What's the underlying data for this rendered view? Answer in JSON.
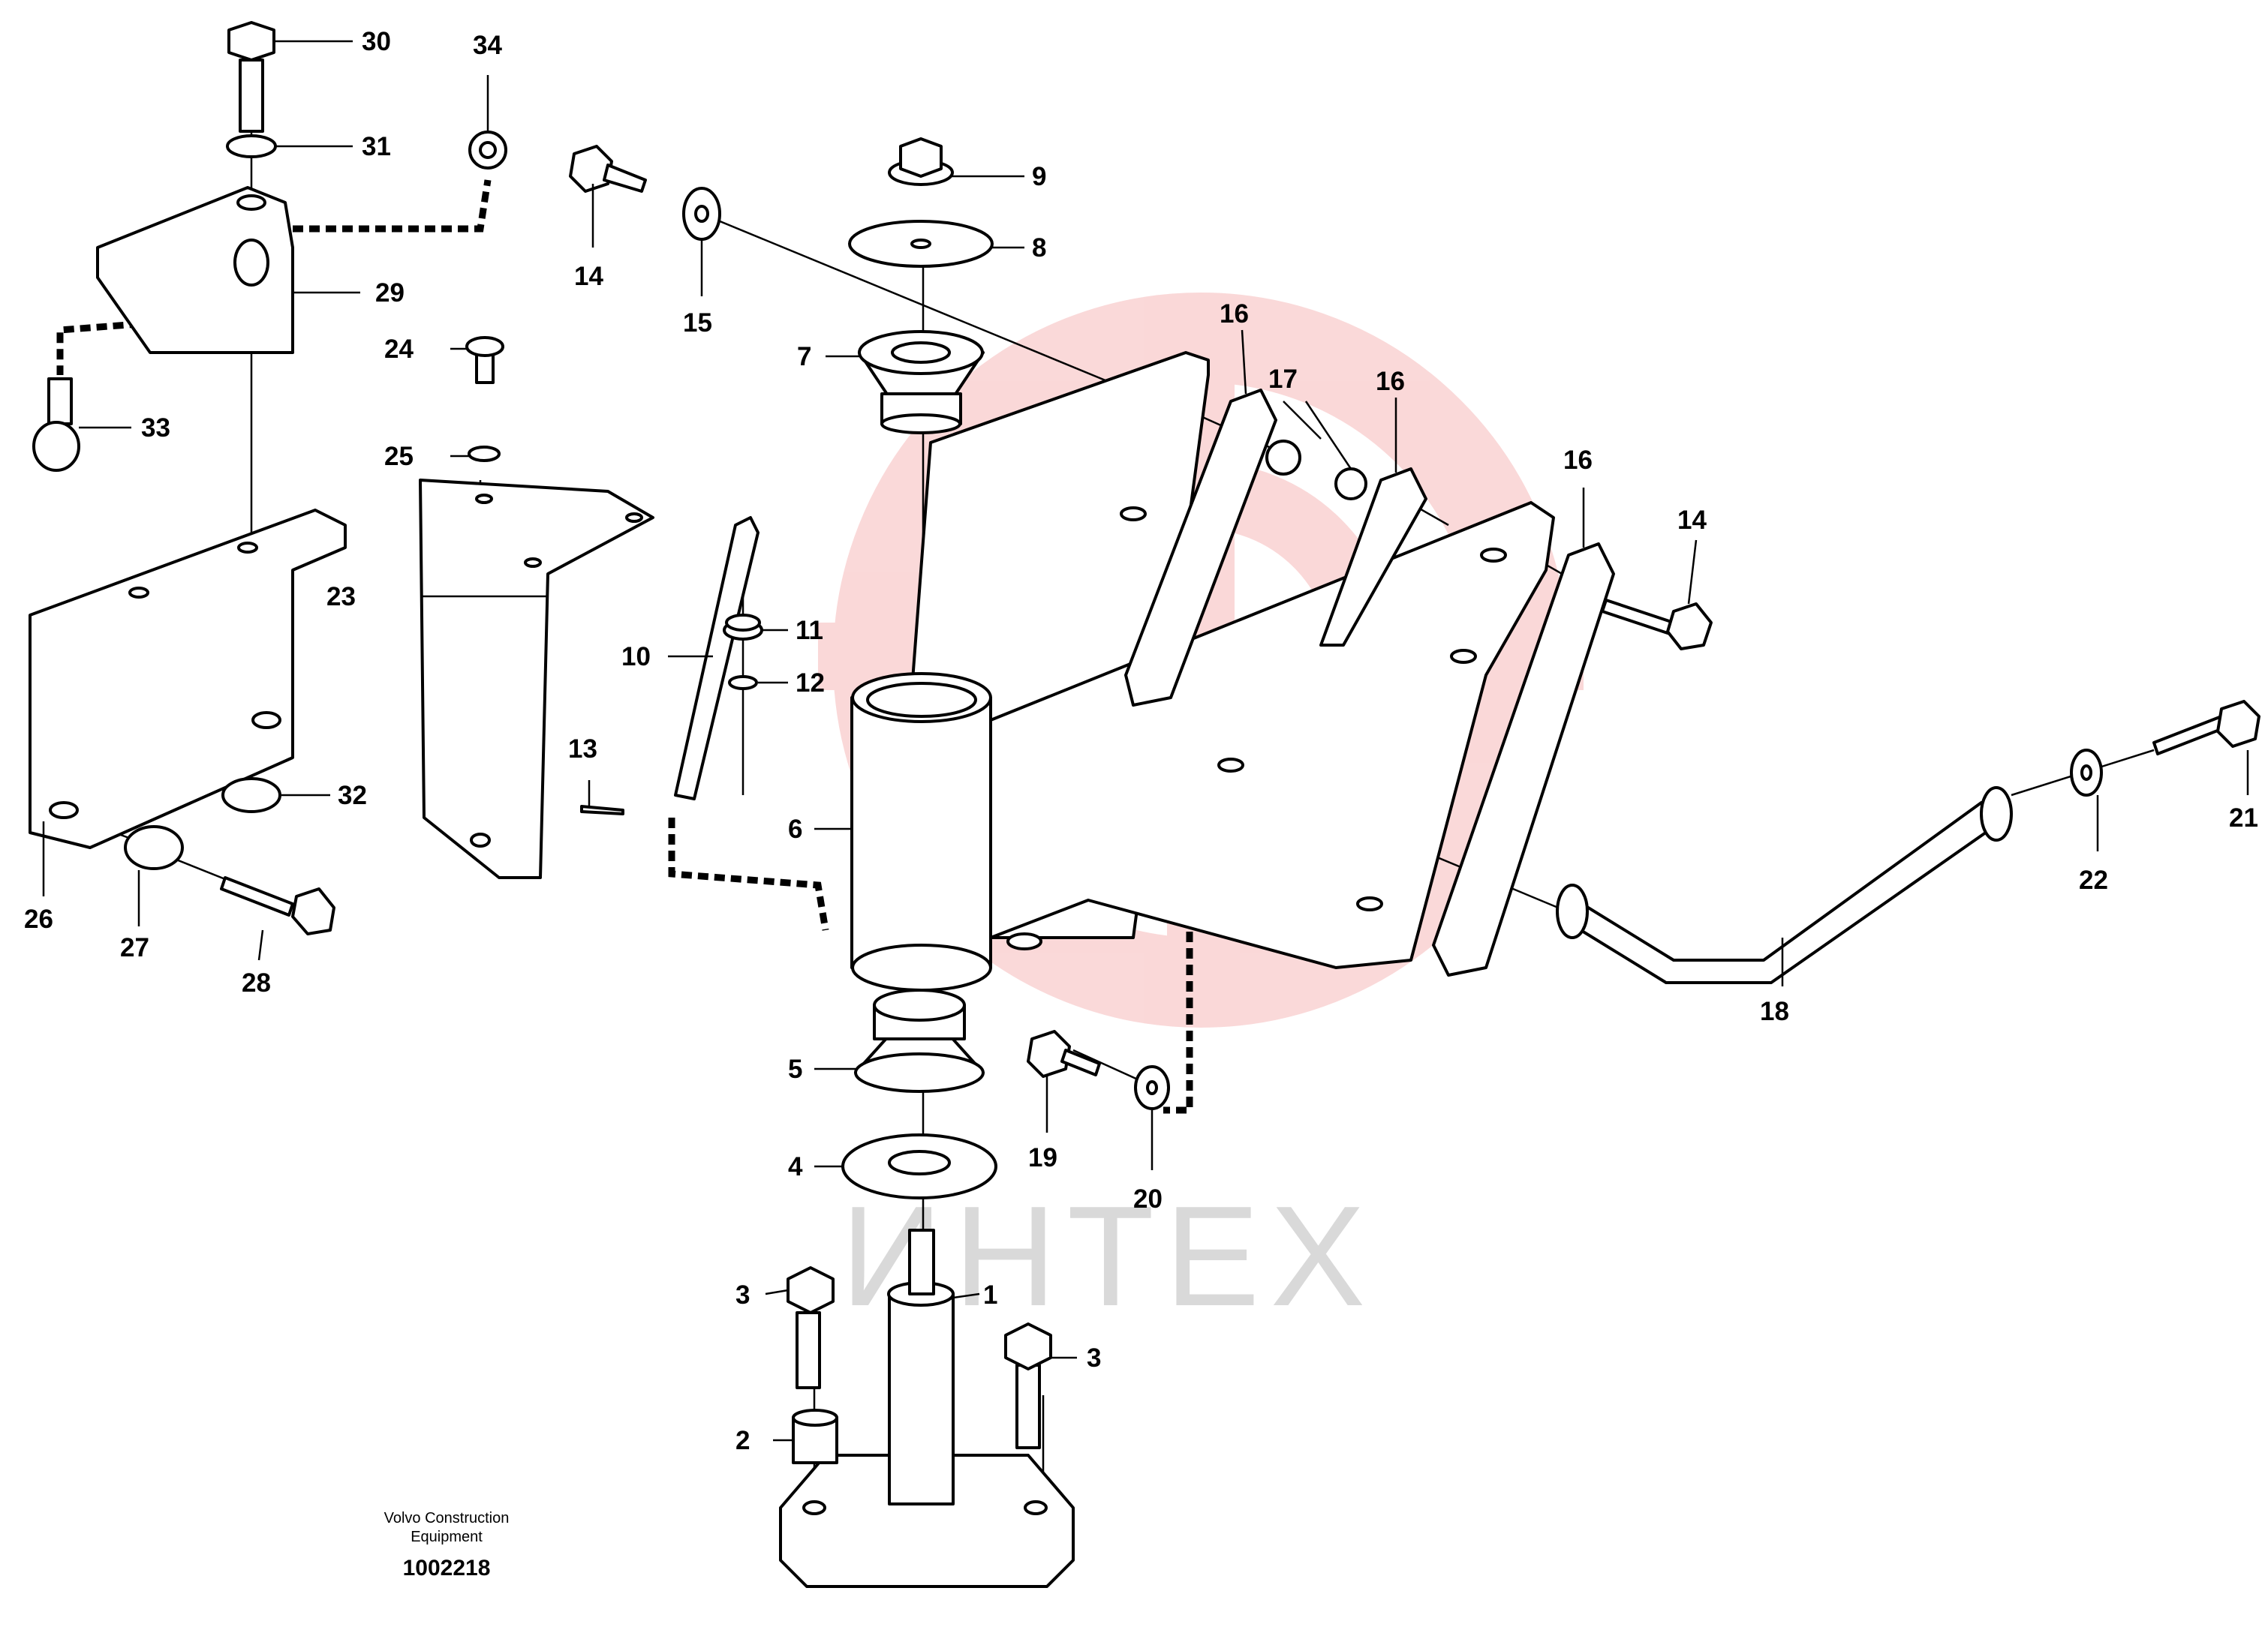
{
  "watermark": {
    "text": "ИНТЕХ",
    "color": "#f6b9b9"
  },
  "caption": {
    "line1": "Volvo Construction",
    "line2": "Equipment",
    "number": "1002218"
  },
  "callouts": {
    "c1": "1",
    "c2": "2",
    "c3a": "3",
    "c3b": "3",
    "c4": "4",
    "c5": "5",
    "c6": "6",
    "c7": "7",
    "c8": "8",
    "c9": "9",
    "c10": "10",
    "c11": "11",
    "c12": "12",
    "c13": "13",
    "c14a": "14",
    "c14b": "14",
    "c15": "15",
    "c16a": "16",
    "c16b": "16",
    "c16c": "16",
    "c17": "17",
    "c18": "18",
    "c19": "19",
    "c20": "20",
    "c21": "21",
    "c22": "22",
    "c23": "23",
    "c24": "24",
    "c25": "25",
    "c26": "26",
    "c27": "27",
    "c28": "28",
    "c29": "29",
    "c30": "30",
    "c31": "31",
    "c32": "32",
    "c33": "33",
    "c34": "34"
  }
}
